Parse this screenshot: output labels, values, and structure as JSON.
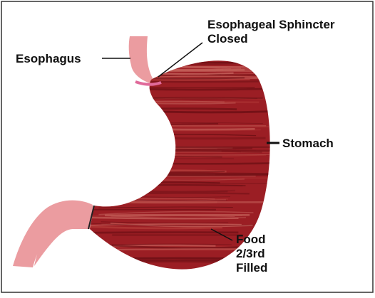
{
  "diagram": {
    "labels": {
      "sphincter_line1": "Esophageal Sphincter",
      "sphincter_line2": "Closed",
      "esophagus": "Esophagus",
      "stomach": "Stomach",
      "food_line1": "Food",
      "food_line2": "2/3rd",
      "food_line3": "Filled"
    },
    "colors": {
      "frame": "#333333",
      "esophagus_fill": "#eb9ca0",
      "stomach_base": "#9b1e24",
      "stomach_dark": "#6e1015",
      "stomach_light": "#c05a55",
      "leader_line": "#111111"
    }
  }
}
